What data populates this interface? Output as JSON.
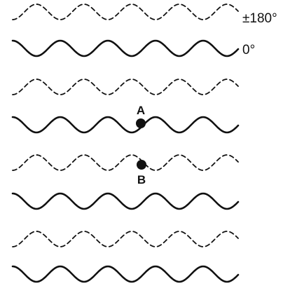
{
  "phase_labels": {
    "dashed": "±180°",
    "solid": "0°"
  },
  "waves": [
    {
      "style": "dashed",
      "label_key": "dashed"
    },
    {
      "style": "solid",
      "label_key": "solid"
    },
    {
      "style": "dashed",
      "label_key": null
    },
    {
      "style": "solid",
      "label_key": null
    },
    {
      "style": "dashed",
      "label_key": null
    },
    {
      "style": "solid",
      "label_key": null
    },
    {
      "style": "dashed",
      "label_key": null
    },
    {
      "style": "solid",
      "label_key": null
    }
  ],
  "points": {
    "a": {
      "label": "A"
    },
    "b": {
      "label": "B"
    }
  },
  "colors": {
    "ink": "#111111",
    "background": "#ffffff"
  }
}
